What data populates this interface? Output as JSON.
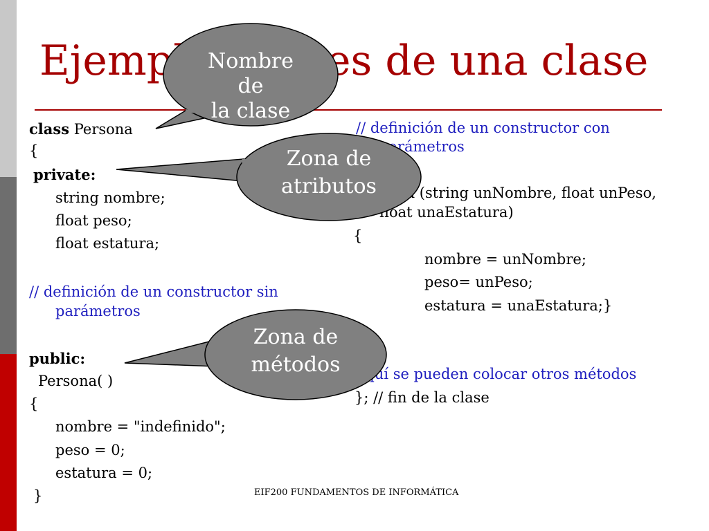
{
  "slide": {
    "title": "Ejemplo: Partes de una clase",
    "footer": "EIF200 FUNDAMENTOS DE INFORMÁTICA"
  },
  "code_left": [
    {
      "text_bold": "class",
      "text": " Persona"
    },
    {
      "text": "{"
    },
    {
      "text_bold": "private:"
    },
    {
      "text": "string nombre;"
    },
    {
      "text": "float peso;"
    },
    {
      "text": "float estatura;"
    },
    {
      "comment": "// definición de un constructor sin"
    },
    {
      "comment": "parámetros"
    },
    {
      "text_bold": "public:"
    },
    {
      "text": "Persona( )"
    },
    {
      "text": "{"
    },
    {
      "text": "nombre = \"indefinido\";"
    },
    {
      "text": "peso = 0;"
    },
    {
      "text": "estatura = 0;"
    },
    {
      "text": "}"
    }
  ],
  "code_right": [
    {
      "comment": "// definición de un constructor  con"
    },
    {
      "comment": "parámetros"
    },
    {
      "text": "Persona (string unNombre, float unPeso,"
    },
    {
      "text": "float unaEstatura)"
    },
    {
      "text": "{"
    },
    {
      "text": "nombre = unNombre;"
    },
    {
      "text": "peso= unPeso;"
    },
    {
      "text": "estatura = unaEstatura;}"
    },
    {
      "comment": "// aquí se pueden colocar otros métodos"
    },
    {
      "text": "}; // fin de la clase"
    }
  ],
  "callouts": {
    "class_name": [
      "Nombre",
      "de",
      "la clase"
    ],
    "attributes": [
      "Zona de",
      "atributos"
    ],
    "methods": [
      "Zona de",
      "métodos"
    ]
  },
  "colors": {
    "title": "#a50000",
    "comment": "#1f1fbf",
    "bubble_fill": "#808080",
    "bubble_stroke": "#000000"
  }
}
